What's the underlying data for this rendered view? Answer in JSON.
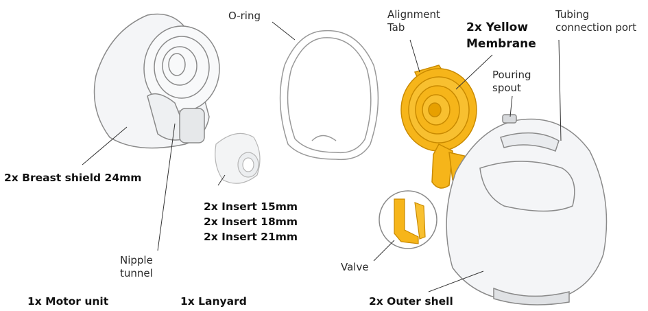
{
  "colors": {
    "membrane": "#f6b51a",
    "membrane_dark": "#c98a00",
    "outline": "#8a8a8a",
    "shield_fill": "#eef0f2"
  },
  "labels": {
    "o_ring": "O-ring",
    "alignment_tab": [
      "Alignment",
      "Tab"
    ],
    "yellow_membrane": [
      "2x Yellow",
      "Membrane"
    ],
    "tubing_port": [
      "Tubing",
      "connection port"
    ],
    "pouring_spout": [
      "Pouring",
      "spout"
    ],
    "breast_shield": "2x Breast shield 24mm",
    "inserts": [
      "2x Insert 15mm",
      "2x Insert 18mm",
      "2x Insert 21mm"
    ],
    "nipple_tunnel": [
      "Nipple",
      "tunnel"
    ],
    "valve": "Valve",
    "motor_unit": "1x Motor unit",
    "lanyard": "1x Lanyard",
    "outer_shell": "2x Outer shell"
  }
}
